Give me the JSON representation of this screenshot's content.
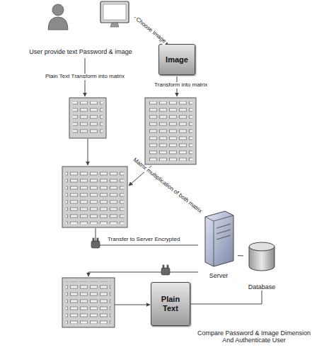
{
  "diagram": {
    "nodes": [
      {
        "text": [
          "User provide text Password & image"
        ]
      },
      {
        "text": [
          "Image"
        ]
      },
      {
        "text": [
          "Server"
        ]
      },
      {
        "text": [
          "Database"
        ]
      },
      {
        "text": [
          "Plain Text"
        ]
      }
    ],
    "edges": [
      {
        "from": 0,
        "to": 1,
        "arrow": "to",
        "label": "Choose Image"
      },
      {
        "from": 2,
        "to": 3,
        "arrow": "none"
      },
      {
        "from": 4,
        "to": 3,
        "arrow": "none",
        "label": "Compare Password & Image Dimension And Authenticate User"
      }
    ],
    "labels": [
      "Plain Text Transform into matrix",
      "Transform into matrix",
      "Matrix multiplication of both matrix",
      "Transfer to Server Encrypted"
    ]
  }
}
